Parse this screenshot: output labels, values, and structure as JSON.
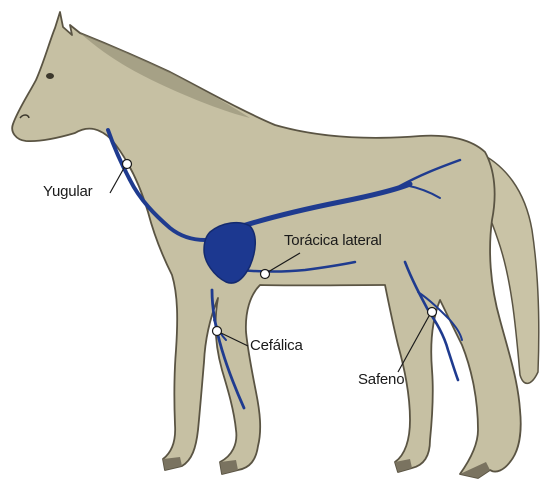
{
  "labels": {
    "yugular": "Yugular",
    "toracica_lateral": "Torácica lateral",
    "cefalica": "Cefálica",
    "safeno": "Safeno"
  },
  "colors": {
    "body": "#c6c0a3",
    "outline": "#5a5443",
    "vein": "#1f3b8f",
    "heart": "#1c3890"
  }
}
